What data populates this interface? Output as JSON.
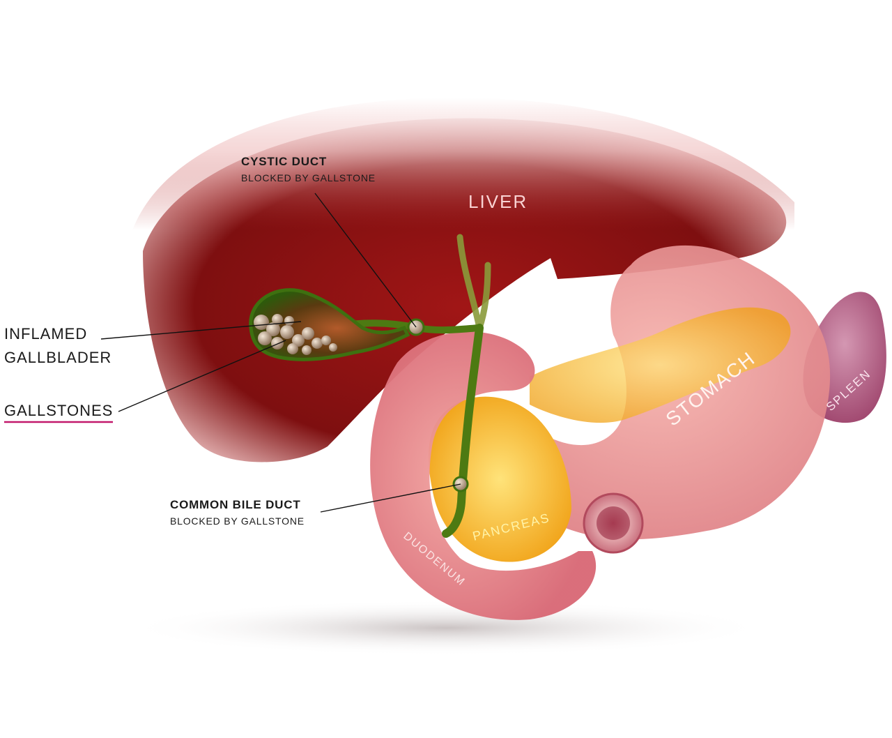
{
  "labels": {
    "inflamed_line1": "INFLAMED",
    "inflamed_line2": "GALLBLADER",
    "gallstones": "GALLSTONES",
    "cystic_title": "CYSTIC DUCT",
    "cystic_sub": "BLOCKED BY GALLSTONE",
    "common_title": "COMMON BILE DUCT",
    "common_sub": "BLOCKED BY GALLSTONE"
  },
  "organs": {
    "liver": "LIVER",
    "stomach": "STOMACH",
    "spleen": "SPLEEN",
    "pancreas": "PANCREAS",
    "duodenum": "DUODENUM"
  },
  "colors": {
    "liver": "#8e1414",
    "gallbladder": "#2f5a10",
    "stomach": "#e88f8f",
    "pancreas": "#f3b21e",
    "spleen": "#a85477",
    "underline_accent": "#c2186b"
  }
}
